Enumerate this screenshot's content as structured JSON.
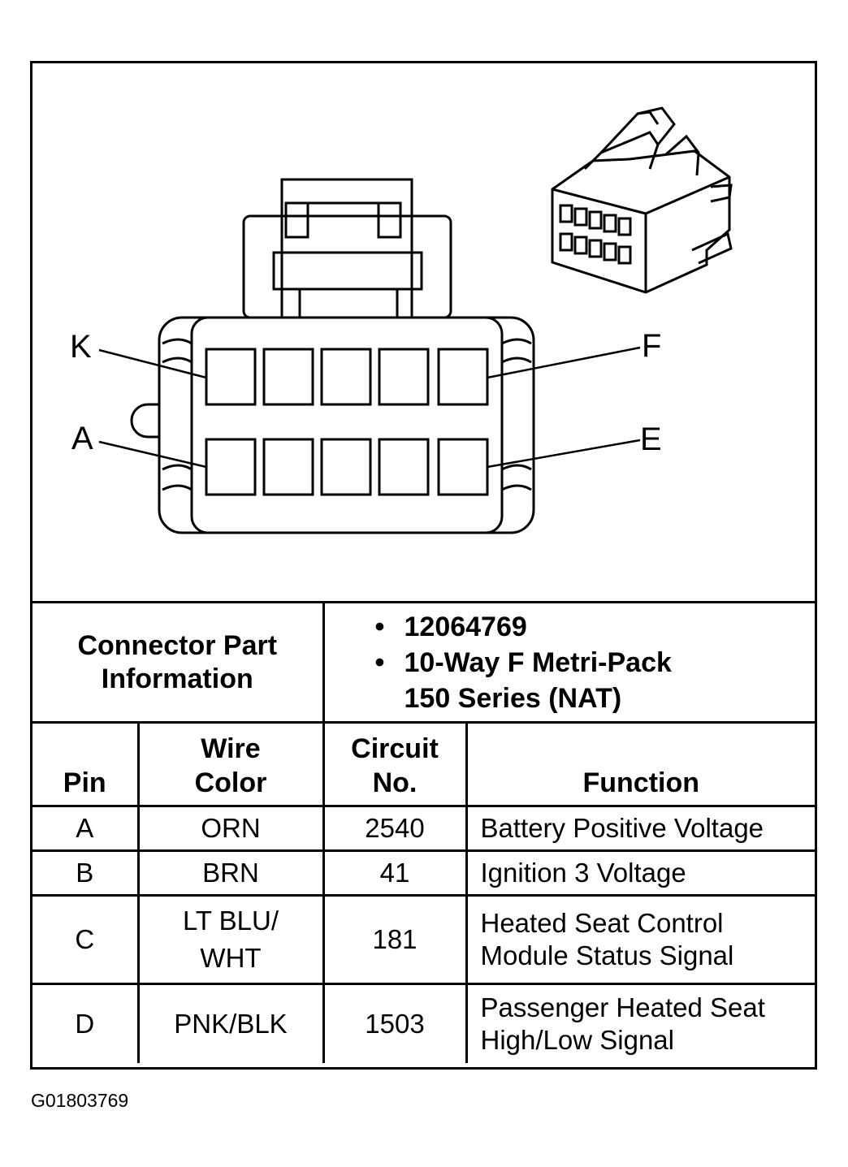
{
  "pin_labels": {
    "k": "K",
    "f": "F",
    "a": "A",
    "e": "E"
  },
  "connector_info": {
    "label": "Connector Part Information",
    "bullets": [
      "12064769",
      "10-Way F Metri-Pack 150 Series (NAT)"
    ]
  },
  "table": {
    "headers": {
      "pin": "Pin",
      "wire_color": "Wire Color",
      "circuit_no": "Circuit No.",
      "function": "Function"
    },
    "rows": [
      {
        "pin": "A",
        "wire_color": "ORN",
        "circuit_no": "2540",
        "function": "Battery Positive Voltage"
      },
      {
        "pin": "B",
        "wire_color": "BRN",
        "circuit_no": "41",
        "function": "Ignition 3 Voltage"
      },
      {
        "pin": "C",
        "wire_color": "LT BLU/ WHT",
        "circuit_no": "181",
        "function": "Heated Seat Control Module Status Signal"
      },
      {
        "pin": "D",
        "wire_color": "PNK/BLK",
        "circuit_no": "1503",
        "function": "Passenger Heated Seat High/Low Signal"
      }
    ]
  },
  "figure_ref": "G01803769"
}
